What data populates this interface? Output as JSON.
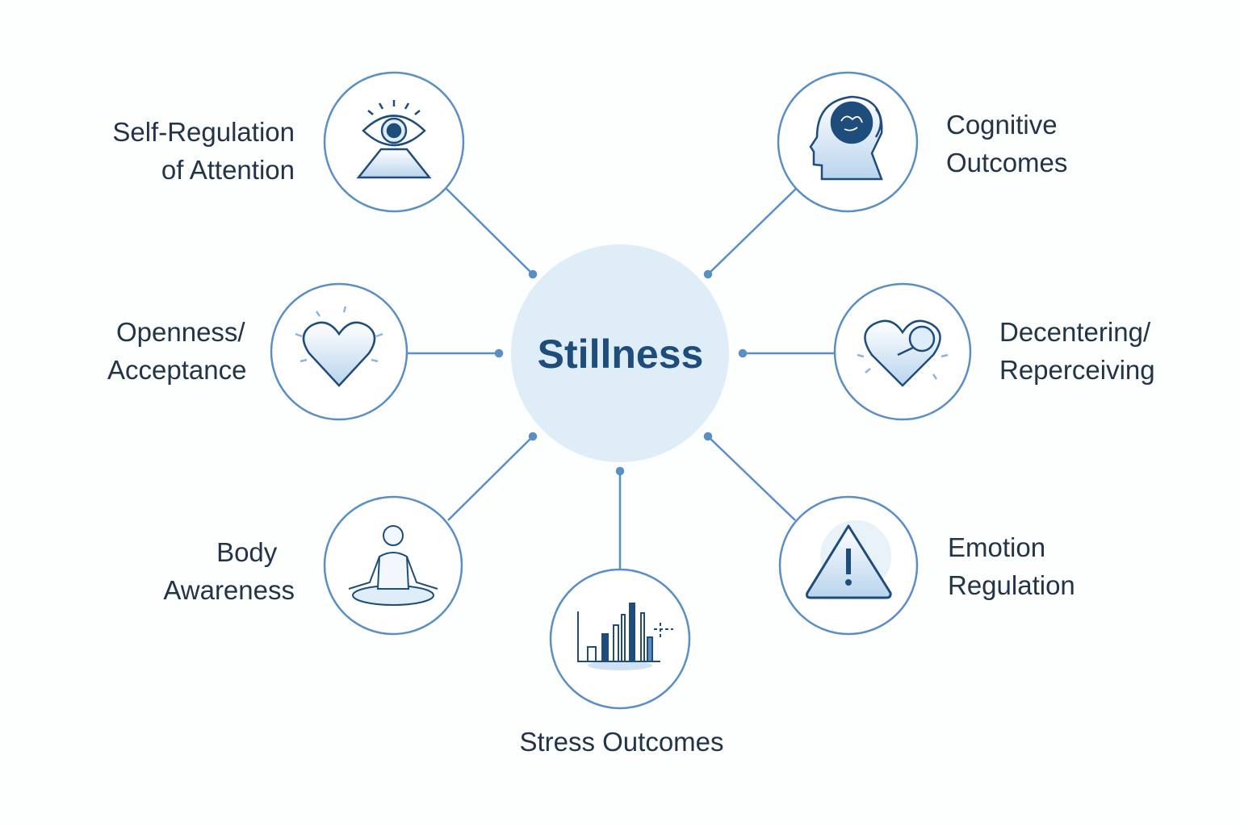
{
  "center": {
    "title": "Stillness"
  },
  "nodes": {
    "attention": {
      "line1": "Self-Regulation",
      "line2": "of Attention",
      "icon": "eye-icon"
    },
    "cognitive": {
      "line1": "Cognitive",
      "line2": "Outcomes",
      "icon": "head-brain-icon"
    },
    "openness": {
      "line1": "Openness/",
      "line2": "Acceptance",
      "icon": "heart-icon"
    },
    "decentering": {
      "line1": "Decentering/",
      "line2": "Reperceiving",
      "icon": "heart-magnifier-icon"
    },
    "body": {
      "line1": "Body",
      "line2": "Awareness",
      "icon": "meditation-icon"
    },
    "emotion": {
      "line1": "Emotion",
      "line2": "Regulation",
      "icon": "warning-icon"
    },
    "stress": {
      "line1": "Stress Outcomes",
      "icon": "bar-chart-icon"
    }
  },
  "colors": {
    "accent": "#5b8fc4",
    "center_fill": "#deedf8",
    "title": "#1e4d7b",
    "icon_dark": "#1e4d7b"
  }
}
